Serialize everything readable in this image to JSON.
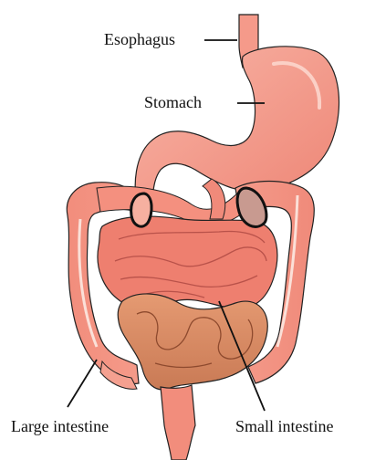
{
  "labels": {
    "esophagus": "Esophagus",
    "stomach": "Stomach",
    "large_intestine": "Large intestine",
    "small_intestine": "Small intestine"
  },
  "colors": {
    "esophagus_stomach": "#f59a8a",
    "large_intestine": "#f4907f",
    "small_intestine": "#ee7f6f",
    "colon_loop": "#d88a62",
    "outline": "#222222",
    "background": "#ffffff"
  }
}
